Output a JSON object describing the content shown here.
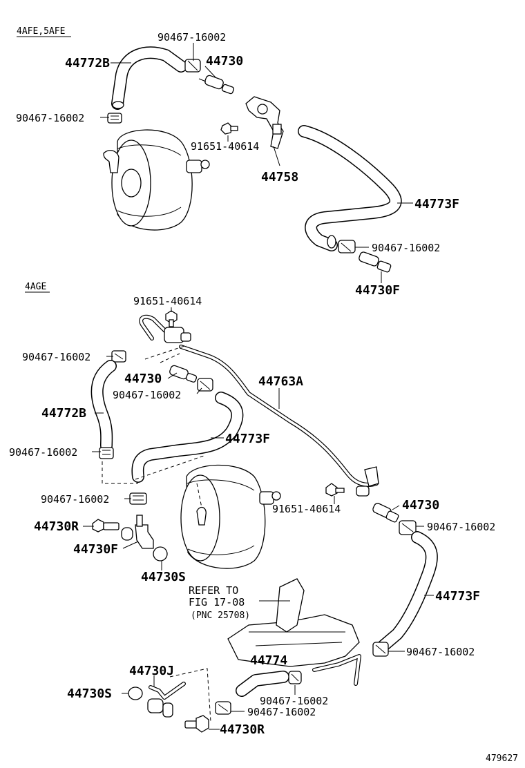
{
  "sections": {
    "top_engines": "4AFE,5AFE",
    "bottom_engine": "4AGE"
  },
  "top": {
    "clip_1": "90467-16002",
    "valve_1": "44730",
    "hose_1": "44772B",
    "clip_2": "90467-16002",
    "bolt_1": "91651-40614",
    "bracket_1": "44758",
    "hose_2": "44773F",
    "clip_3": "90467-16002",
    "valve_2": "44730F"
  },
  "bottom": {
    "bolt_1": "91651-40614",
    "clip_1": "90467-16002",
    "valve_1": "44730",
    "clip_2": "90467-16002",
    "pipe_1": "44763A",
    "hose_1": "44772B",
    "hose_2": "44773F",
    "clip_3": "90467-16002",
    "clip_4": "90467-16002",
    "bolt_2": "91651-40614",
    "valve_2": "44730",
    "clip_5": "90467-16002",
    "union_1": "44730R",
    "union_2": "44730F",
    "cap_1": "44730S",
    "hose_3": "44773F",
    "refer_line1": "REFER TO",
    "refer_line2": "FIG 17-08",
    "refer_line3": "(PNC 25708)",
    "clip_6": "90467-16002",
    "hose_4": "44774",
    "fitting_1": "44730J",
    "cap_2": "44730S",
    "clip_7": "90467-16002",
    "clip_8": "90467-16002",
    "union_3": "44730R"
  },
  "footer": {
    "figure_number": "479627"
  }
}
